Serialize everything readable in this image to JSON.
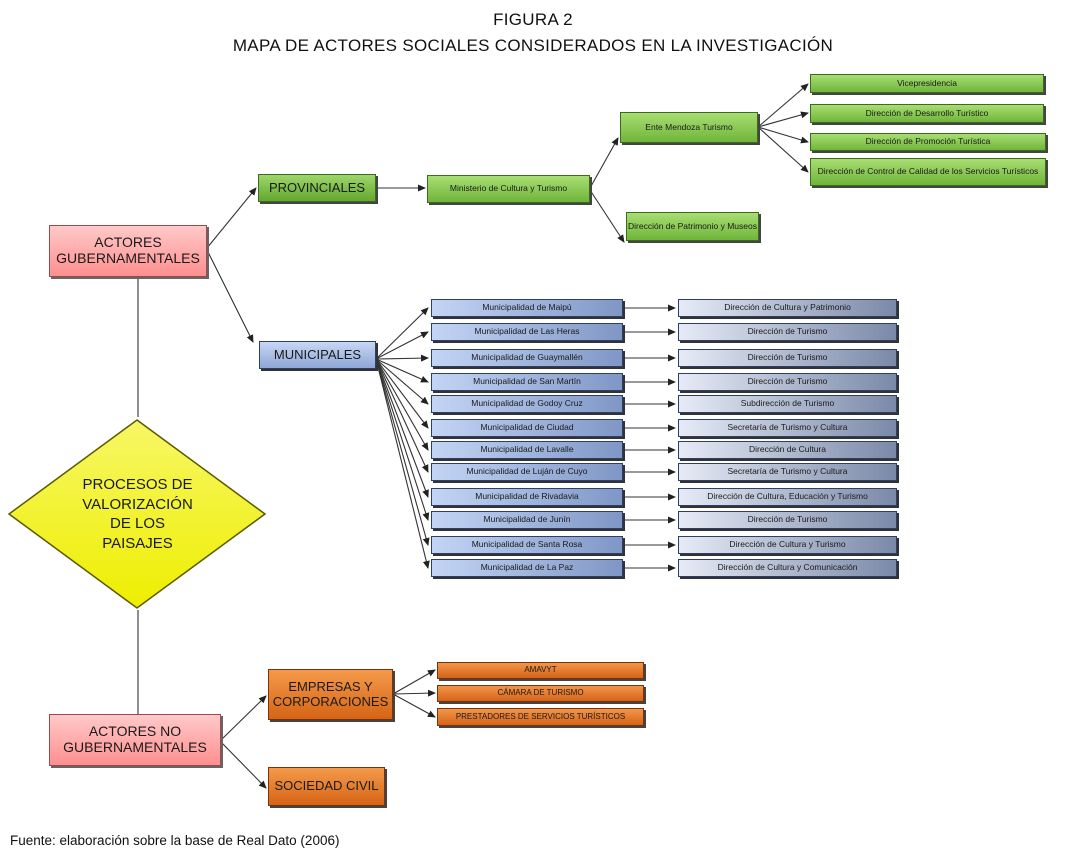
{
  "header": {
    "figure_label": "FIGURA 2",
    "title": "MAPA DE ACTORES SOCIALES CONSIDERADOS EN LA INVESTIGACIÓN"
  },
  "center": {
    "lines": [
      "PROCESOS DE",
      "VALORIZACIÓN",
      "DE LOS",
      "PAISAJES"
    ]
  },
  "gubernamentales": {
    "label": "ACTORES GUBERNAMENTALES",
    "provinciales": {
      "label": "PROVINCIALES",
      "ministerio": "Ministerio de Cultura y Turismo",
      "ente": "Ente Mendoza Turismo",
      "ente_children": [
        "Vicepresidencia",
        "Dirección de Desarrollo Turístico",
        "Dirección de Promoción Turística",
        "Dirección de Control de Calidad de los Servicios Turísticos"
      ],
      "patrimonio": "Dirección de Patrimonio y Museos"
    },
    "municipales": {
      "label": "MUNICIPALES",
      "rows": [
        {
          "municipality": "Municipalidad de Maipú",
          "department": "Dirección de Cultura y Patrimonio"
        },
        {
          "municipality": "Municipalidad de Las Heras",
          "department": "Dirección de Turismo"
        },
        {
          "municipality": "Municipalidad de Guaymallén",
          "department": "Dirección de Turismo"
        },
        {
          "municipality": "Municipalidad de San Martín",
          "department": "Dirección de Turismo"
        },
        {
          "municipality": "Municipalidad de Godoy Cruz",
          "department": "Subdirección de Turismo"
        },
        {
          "municipality": "Municipalidad de Ciudad",
          "department": "Secretaría de Turismo y Cultura"
        },
        {
          "municipality": "Municipalidad de Lavalle",
          "department": "Dirección de Cultura"
        },
        {
          "municipality": "Municipalidad de Luján de Cuyo",
          "department": "Secretaría de Turismo y Cultura"
        },
        {
          "municipality": "Municipalidad de Rivadavia",
          "department": "Dirección de Cultura, Educación y Turismo"
        },
        {
          "municipality": "Municipalidad de Junín",
          "department": "Dirección de Turismo"
        },
        {
          "municipality": "Municipalidad de Santa Rosa",
          "department": "Dirección de Cultura y Turismo"
        },
        {
          "municipality": "Municipalidad de La Paz",
          "department": "Dirección de Cultura y Comunicación"
        }
      ]
    }
  },
  "no_gubernamentales": {
    "label": "ACTORES NO GUBERNAMENTALES",
    "empresas": {
      "label": "EMPRESAS Y CORPORACIONES",
      "children": [
        "AMAVYT",
        "CÁMARA DE TURISMO",
        "PRESTADORES DE SERVICIOS TURÍSTICOS"
      ]
    },
    "sociedad": "SOCIEDAD CIVIL"
  },
  "source": "Fuente: elaboración sobre la base de Real Dato (2006)",
  "colors": {
    "provincial": "#7cc142",
    "municipal": "#9db3de",
    "gubernamental": "#ffaaaa",
    "center": "#f5f500",
    "no_gubernamental": "#e0731e"
  }
}
